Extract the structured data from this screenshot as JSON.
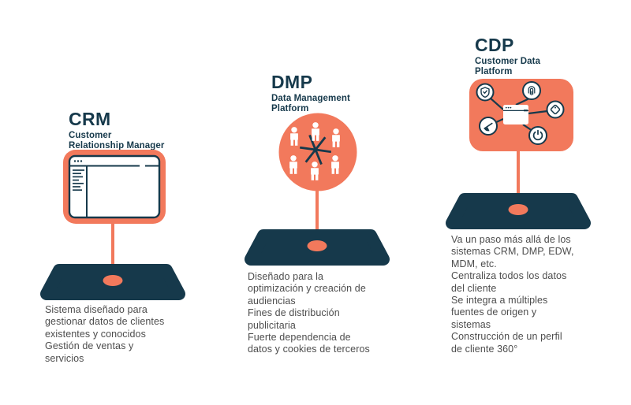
{
  "colors": {
    "coral": "#F2795C",
    "navy": "#16394B",
    "text_gray": "#4D4D4D",
    "background": "#FFFFFF"
  },
  "columns": [
    {
      "id": "crm",
      "acronym": "CRM",
      "full_name": "Customer\nRelationship Manager",
      "description": "Sistema diseñado para\ngestionar datos de clientes\nexistentes y conocidos\nGestión de ventas y\nservicios",
      "icons": [
        "browser-window-icon",
        "platform-base-icon",
        "connector-dot-icon"
      ]
    },
    {
      "id": "dmp",
      "acronym": "DMP",
      "full_name": "Data Management\nPlatform",
      "description": "Diseñado para la\noptimización y creación de\naudiencias\nFines de distribución\npublicitaria\nFuerte dependencia de\ndatos y cookies de terceros",
      "icons": [
        "audience-people-icon",
        "network-asterisk-icon",
        "platform-base-icon",
        "connector-dot-icon"
      ]
    },
    {
      "id": "cdp",
      "acronym": "CDP",
      "full_name": "Customer Data\nPlatform",
      "description": "Va un paso más allá de los\nsistemas CRM, DMP, EDW,\nMDM, etc.\nCentraliza todos los datos\ndel cliente\nSe integra a múltiples\nfuentes de origen y\nsistemas\nConstrucción de un perfil\nde cliente 360°",
      "icons": [
        "browser-window-icon",
        "shield-check-icon",
        "fingerprint-icon",
        "tag-icon",
        "gauge-icon",
        "power-icon",
        "platform-base-icon",
        "connector-dot-icon"
      ]
    }
  ]
}
